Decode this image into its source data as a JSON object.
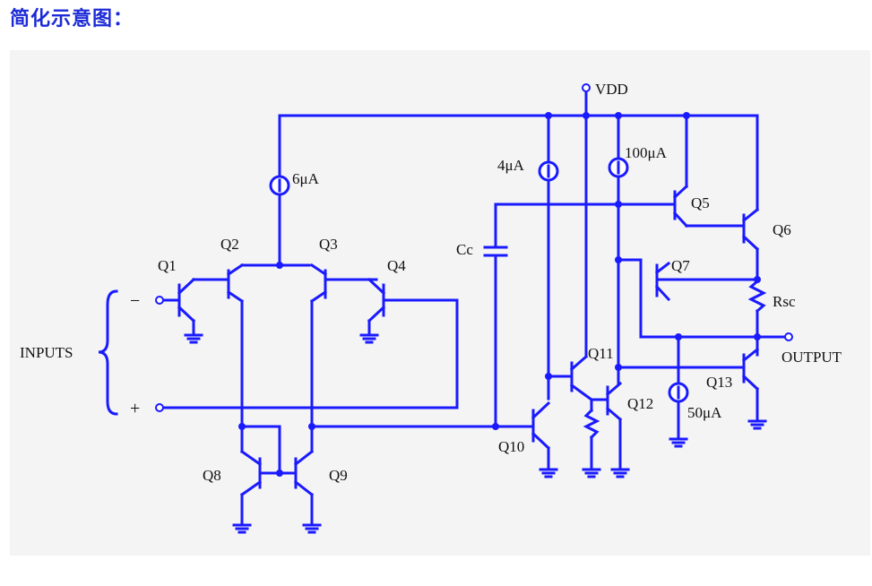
{
  "heading": "简化示意图：",
  "colors": {
    "wire": "#1a1aff",
    "heading": "#1d2bd6",
    "panel": "#f4f4f4"
  },
  "labels": {
    "vdd": "VDD",
    "i6": "6μA",
    "i4": "4μA",
    "i100": "100μA",
    "i50": "50μA",
    "cc": "Cc",
    "rsc": "Rsc",
    "inputs": "INPUTS",
    "output": "OUTPUT",
    "minus": "−",
    "plus": "+",
    "q1": "Q1",
    "q2": "Q2",
    "q3": "Q3",
    "q4": "Q4",
    "q5": "Q5",
    "q6": "Q6",
    "q7": "Q7",
    "q8": "Q8",
    "q9": "Q9",
    "q10": "Q10",
    "q11": "Q11",
    "q12": "Q12",
    "q13": "Q13"
  }
}
